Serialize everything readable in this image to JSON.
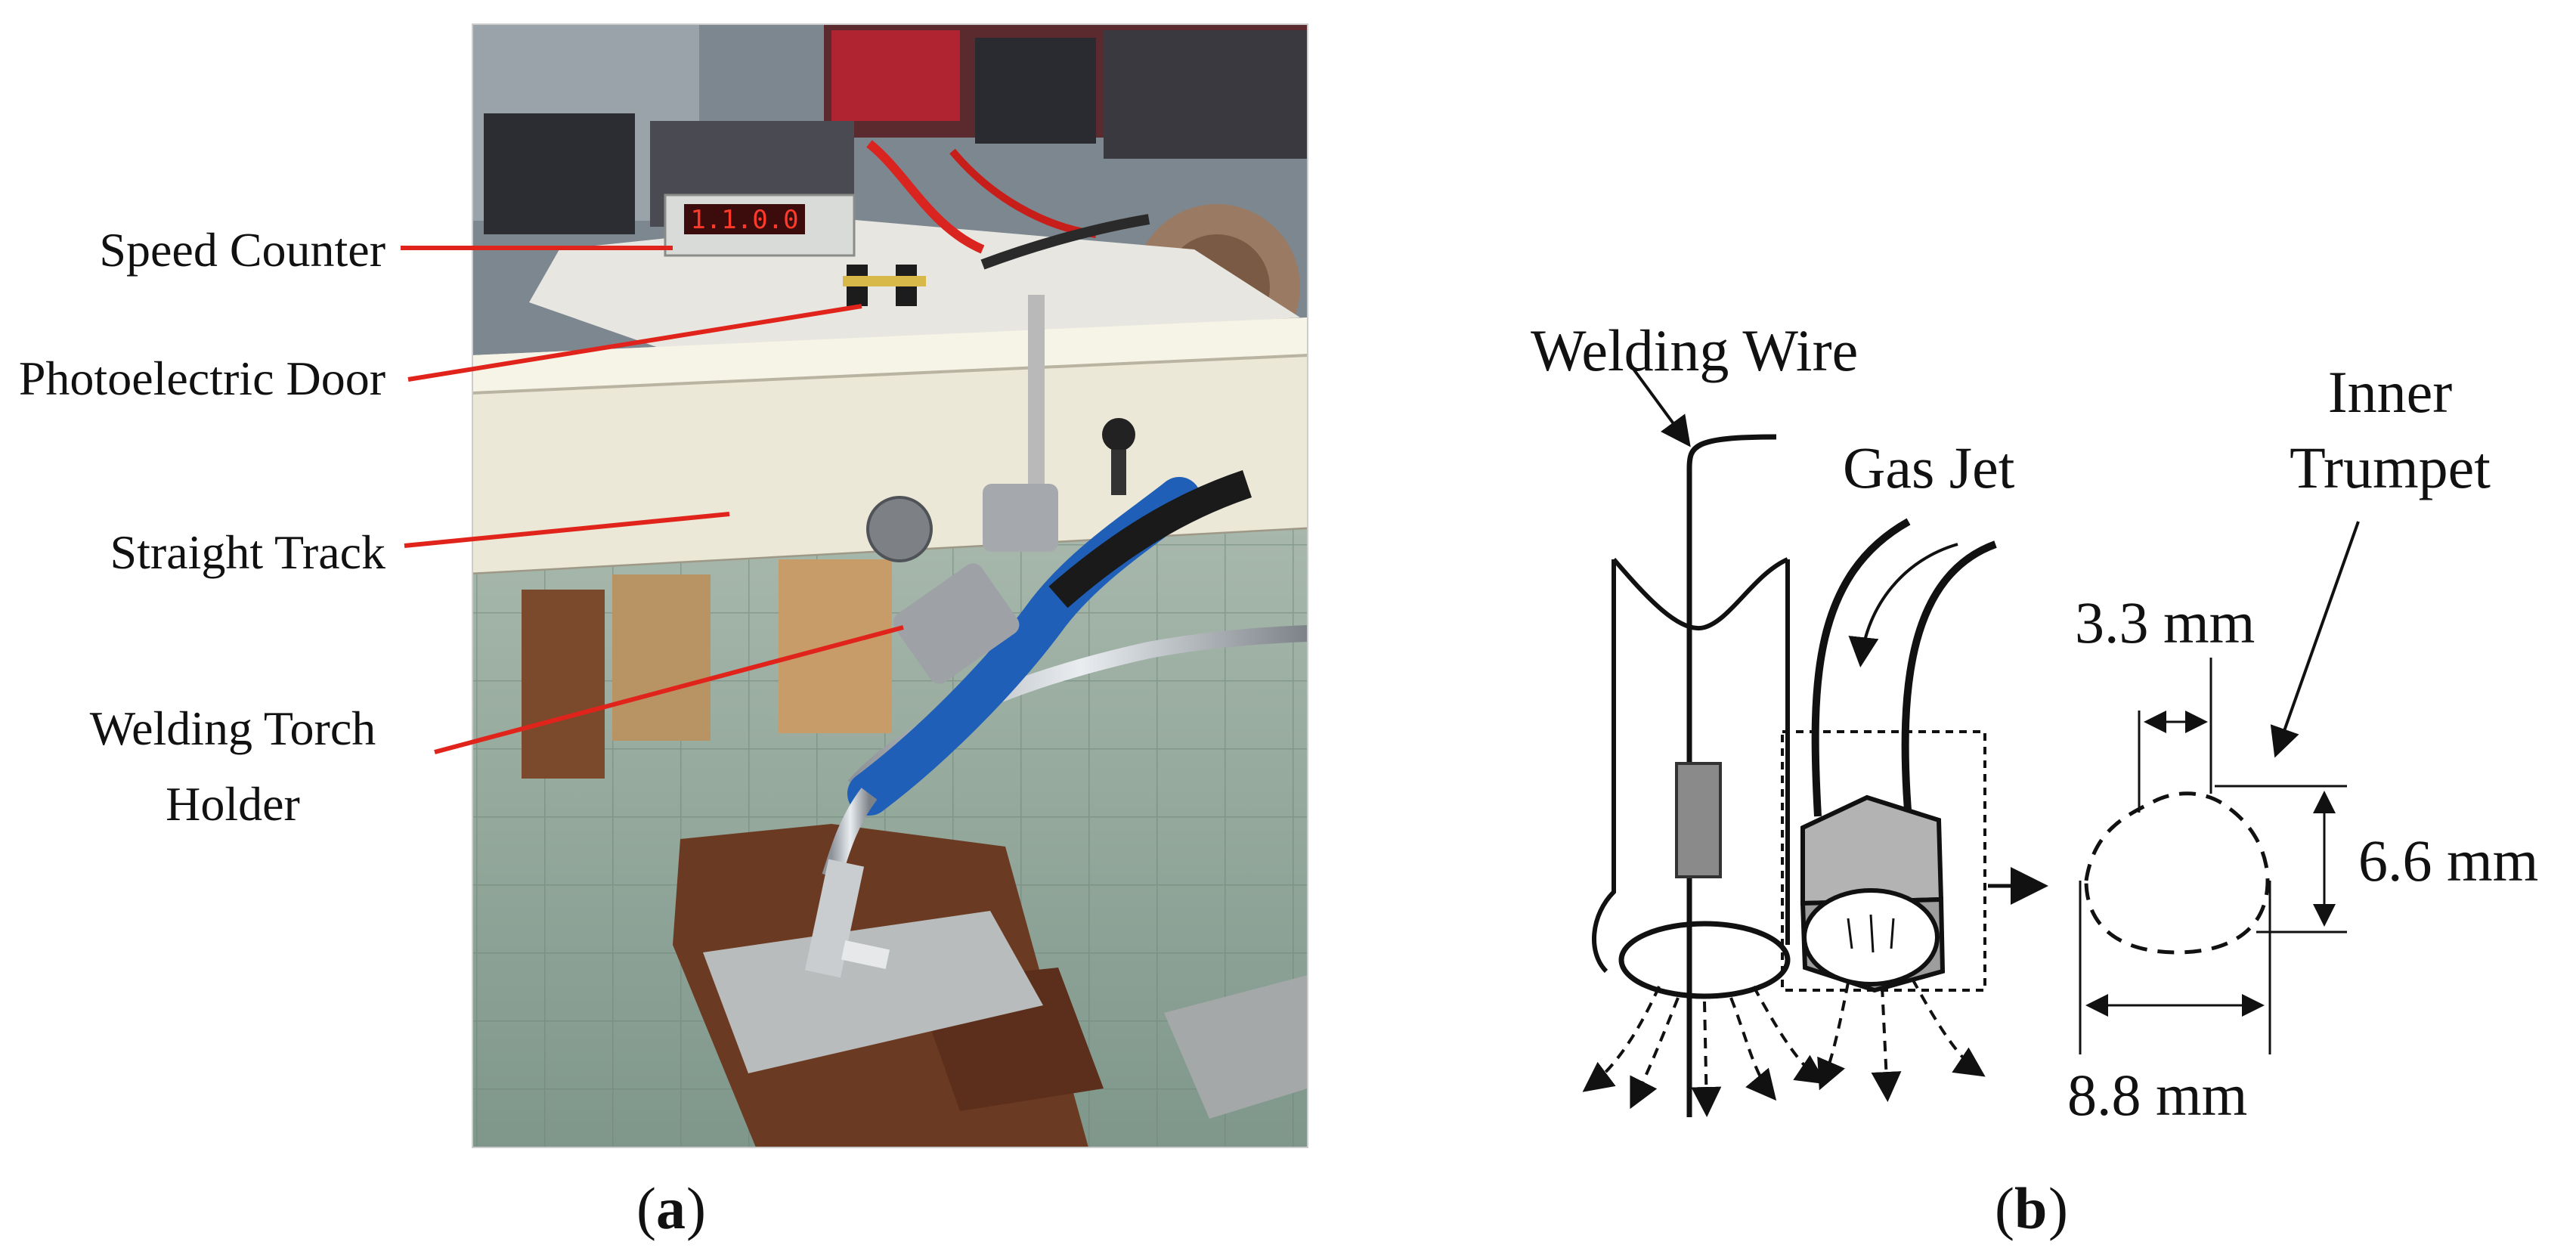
{
  "figure": {
    "panel_a": {
      "caption_letter": "a",
      "caption_open": "(",
      "caption_close": ")",
      "labels": {
        "speed_counter": "Speed Counter",
        "photoelectric_door": "Photoelectric Door",
        "straight_track": "Straight Track",
        "welding_torch_holder_line1": "Welding Torch",
        "welding_torch_holder_line2": "Holder"
      },
      "speed_display": "1.1.0.0"
    },
    "panel_b": {
      "caption_letter": "b",
      "caption_open": "(",
      "caption_close": ")",
      "labels": {
        "welding_wire": "Welding Wire",
        "gas_jet": "Gas Jet",
        "inner_trumpet_line1": "Inner",
        "inner_trumpet_line2": "Trumpet",
        "dim_top": "3.3 mm",
        "dim_height": "6.6 mm",
        "dim_bottom": "8.8 mm"
      }
    }
  },
  "colors": {
    "leader_line": "#e0241b",
    "hose_blue": "#1f5fb8",
    "rail_beige": "#ece8d8",
    "floor_green": "#8fa79a",
    "rust": "#6b3a22"
  }
}
